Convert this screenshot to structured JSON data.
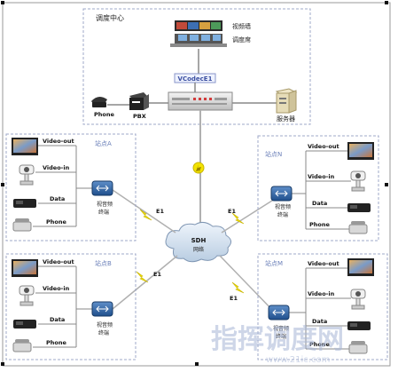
{
  "center": {
    "title": "调度中心",
    "video_wall_label": "视频墙",
    "dispatch_desk_label": "调度席",
    "vcodec_label": "VCodecE1",
    "phone_label": "Phone",
    "pbx_label": "PBX",
    "server_label": "服务器"
  },
  "network": {
    "cloud_label": "SDH",
    "cloud_sub": "网络"
  },
  "links": [
    "E1",
    "E1",
    "E1",
    "E1"
  ],
  "sites": [
    {
      "name": "站点A",
      "video_out": "Video-out",
      "video_in": "Video-in",
      "data": "Data",
      "phone": "Phone",
      "terminal_l1": "视音频",
      "terminal_l2": "终端"
    },
    {
      "name": "站点N",
      "video_out": "Video-out",
      "video_in": "Video-in",
      "data": "Data",
      "phone": "Phone",
      "terminal_l1": "视音频",
      "terminal_l2": "终端"
    },
    {
      "name": "站点B",
      "video_out": "Video-out",
      "video_in": "Video-in",
      "data": "Data",
      "phone": "Phone",
      "terminal_l1": "视音频",
      "terminal_l2": "终端"
    },
    {
      "name": "站点M",
      "video_out": "Video-out",
      "video_in": "Video-in",
      "data": "Data",
      "phone": "Phone",
      "terminal_l1": "视音频",
      "terminal_l2": "终端"
    }
  ],
  "watermark": {
    "text": "指挥调度网",
    "url": "www.21ic.com"
  }
}
